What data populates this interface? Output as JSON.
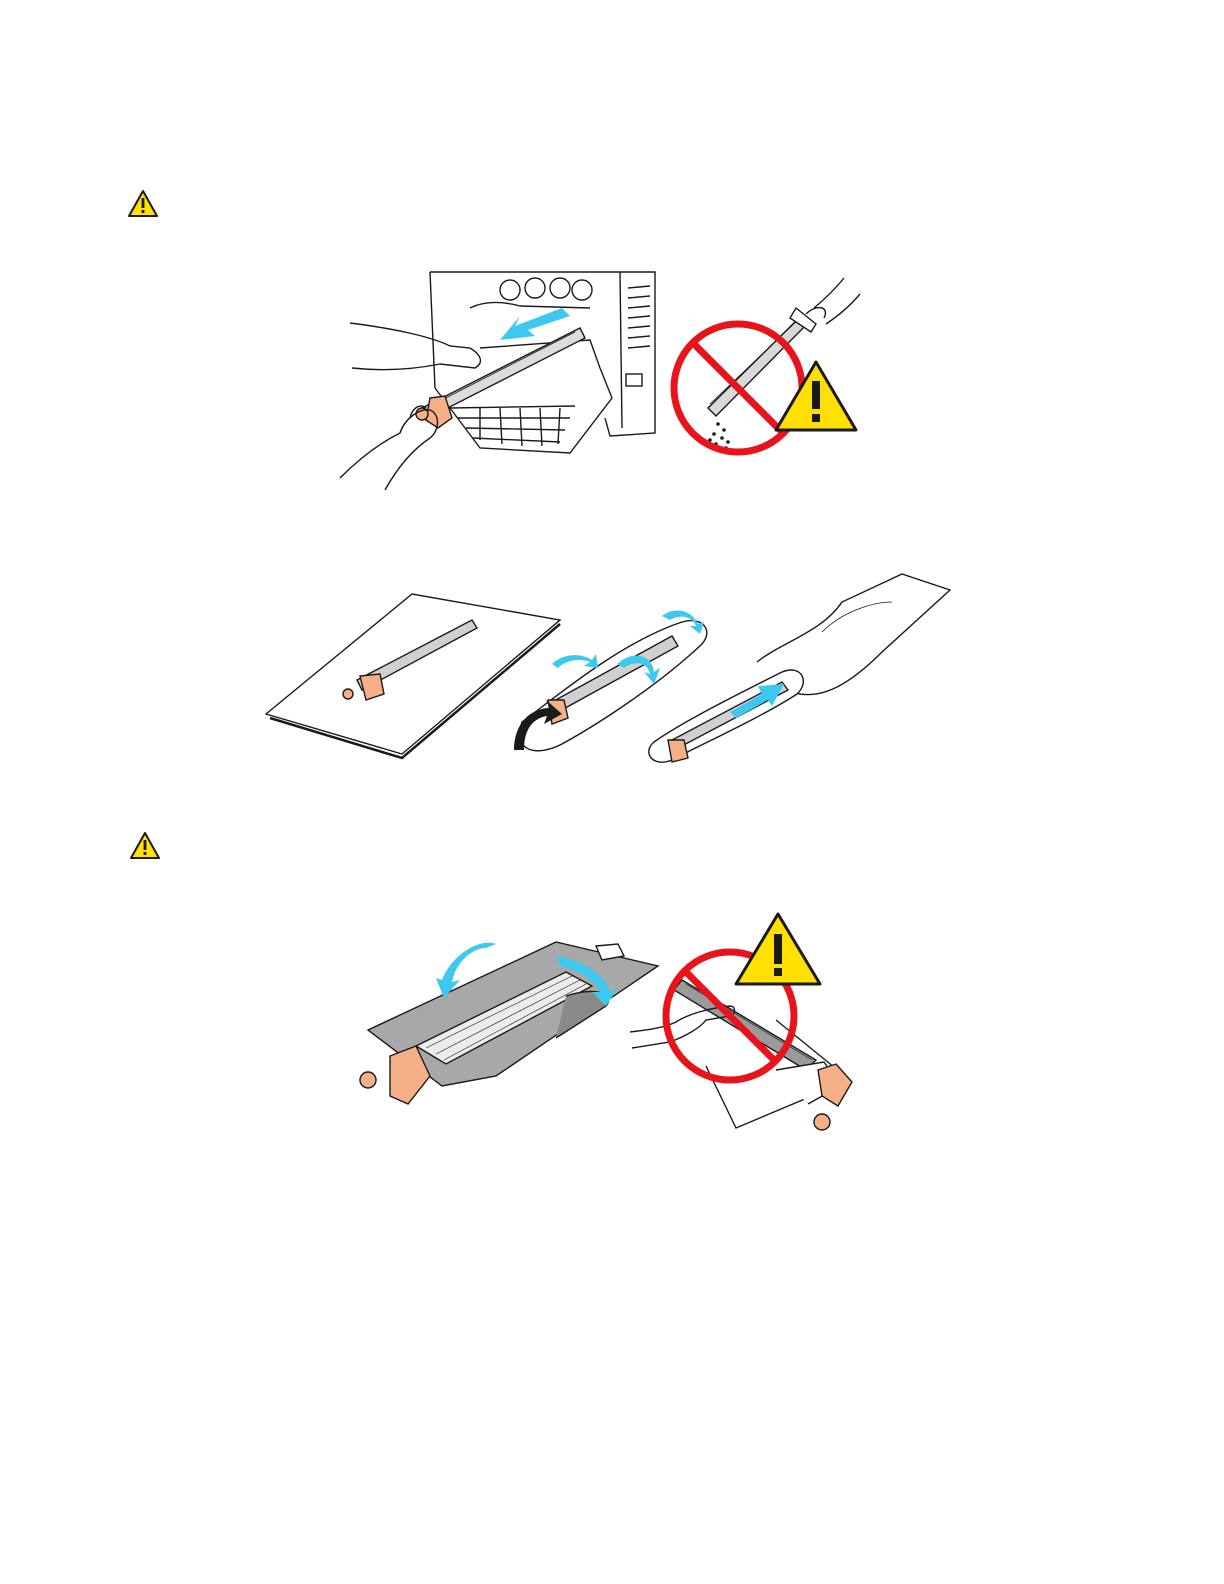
{
  "page": {
    "background": "#ffffff"
  },
  "colors": {
    "warning_yellow": "#ffe000",
    "prohibit_red": "#e8141b",
    "arrow_blue": "#3ec8f0",
    "drum_orange": "#f5b088",
    "line_black": "#1a1a1a"
  },
  "icons": {
    "caution_1": "caution-triangle-icon",
    "caution_2": "caution-triangle-icon"
  },
  "illustrations": [
    {
      "id": "remove-drum",
      "description_icon": "remove-drum-illustration"
    },
    {
      "id": "no-tilt-drum",
      "description_icon": "prohibited-tilt-icon"
    },
    {
      "id": "bag-drum",
      "description_icon": "bag-drum-illustration"
    },
    {
      "id": "unwrap-drum",
      "description_icon": "unwrap-drum-illustration"
    },
    {
      "id": "no-touch-drum",
      "description_icon": "prohibited-touch-icon"
    }
  ]
}
